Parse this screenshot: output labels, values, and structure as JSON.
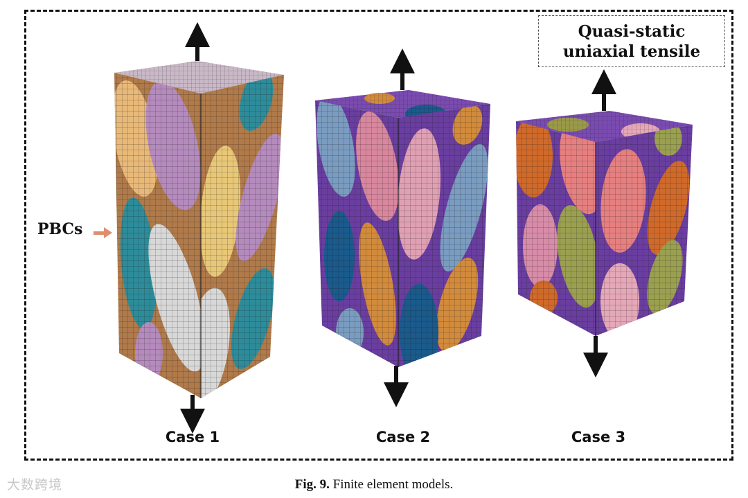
{
  "figure": {
    "load_label_line1": "Quasi-static",
    "load_label_line2": "uniaxial tensile",
    "pbc_label": "PBCs",
    "cases": [
      "Case 1",
      "Case 2",
      "Case 3"
    ],
    "caption_prefix": "Fig. 9.",
    "caption_text": "Finite element models.",
    "watermark": "大数跨境"
  },
  "colors": {
    "case1_matrix": "#b07a4a",
    "case2_matrix": "#6a3ea0",
    "case3_matrix": "#6a3ea0",
    "arrow": "#111111",
    "pbc_arrow": "#e08d6e"
  }
}
